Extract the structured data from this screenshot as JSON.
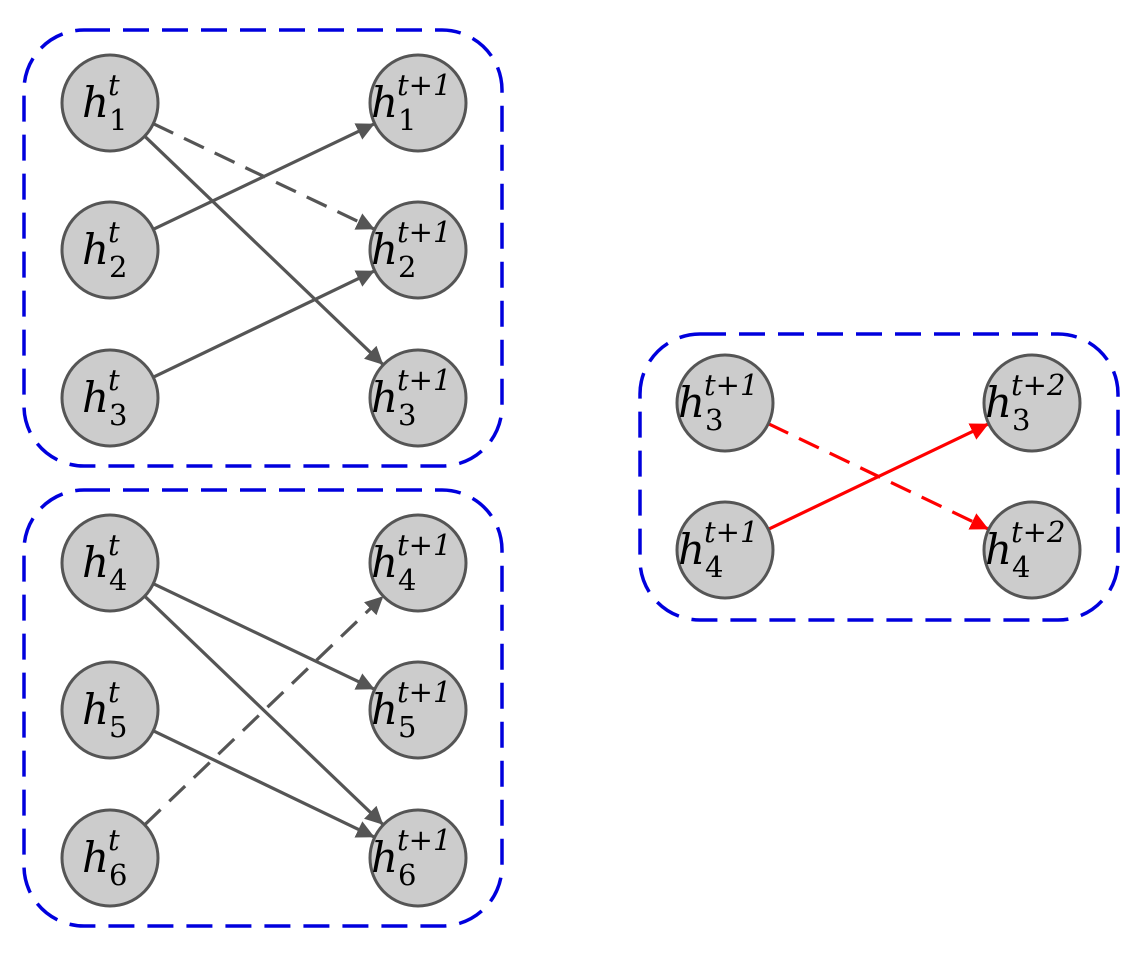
{
  "groups": [
    {
      "id": "group-top-left"
    },
    {
      "id": "group-bottom-left"
    },
    {
      "id": "group-right"
    }
  ],
  "nodes": [
    {
      "id": "h1t",
      "base": "h",
      "sup": "t",
      "sub": "1"
    },
    {
      "id": "h2t",
      "base": "h",
      "sup": "t",
      "sub": "2"
    },
    {
      "id": "h3t",
      "base": "h",
      "sup": "t",
      "sub": "3"
    },
    {
      "id": "h4t",
      "base": "h",
      "sup": "t",
      "sub": "4"
    },
    {
      "id": "h5t",
      "base": "h",
      "sup": "t",
      "sub": "5"
    },
    {
      "id": "h6t",
      "base": "h",
      "sup": "t",
      "sub": "6"
    },
    {
      "id": "h1t1",
      "base": "h",
      "sup": "t+1",
      "sub": "1"
    },
    {
      "id": "h2t1",
      "base": "h",
      "sup": "t+1",
      "sub": "2"
    },
    {
      "id": "h3t1",
      "base": "h",
      "sup": "t+1",
      "sub": "3"
    },
    {
      "id": "h4t1",
      "base": "h",
      "sup": "t+1",
      "sub": "4"
    },
    {
      "id": "h5t1",
      "base": "h",
      "sup": "t+1",
      "sub": "5"
    },
    {
      "id": "h6t1",
      "base": "h",
      "sup": "t+1",
      "sub": "6"
    },
    {
      "id": "r3t1",
      "base": "h",
      "sup": "t+1",
      "sub": "3"
    },
    {
      "id": "r4t1",
      "base": "h",
      "sup": "t+1",
      "sub": "4"
    },
    {
      "id": "r3t2",
      "base": "h",
      "sup": "t+2",
      "sub": "3"
    },
    {
      "id": "r4t2",
      "base": "h",
      "sup": "t+2",
      "sub": "4"
    }
  ],
  "edges": [
    {
      "from": "h1t",
      "to": "h2t1",
      "style": "dashed",
      "color": "#555555"
    },
    {
      "from": "h1t",
      "to": "h3t1",
      "style": "solid",
      "color": "#555555"
    },
    {
      "from": "h2t",
      "to": "h1t1",
      "style": "solid",
      "color": "#555555"
    },
    {
      "from": "h3t",
      "to": "h2t1",
      "style": "solid",
      "color": "#555555"
    },
    {
      "from": "h4t",
      "to": "h5t1",
      "style": "solid",
      "color": "#555555"
    },
    {
      "from": "h4t",
      "to": "h6t1",
      "style": "solid",
      "color": "#555555"
    },
    {
      "from": "h5t",
      "to": "h6t1",
      "style": "solid",
      "color": "#555555"
    },
    {
      "from": "h6t",
      "to": "h4t1",
      "style": "dashed",
      "color": "#555555"
    },
    {
      "from": "r3t1",
      "to": "r4t2",
      "style": "dashed",
      "color": "#ff0000"
    },
    {
      "from": "r4t1",
      "to": "r3t2",
      "style": "solid",
      "color": "#ff0000"
    }
  ],
  "colors": {
    "group_border": "#0000dd",
    "node_fill": "#cccccc",
    "node_stroke": "#555555",
    "edge_gray": "#555555",
    "edge_red": "#ff0000"
  }
}
